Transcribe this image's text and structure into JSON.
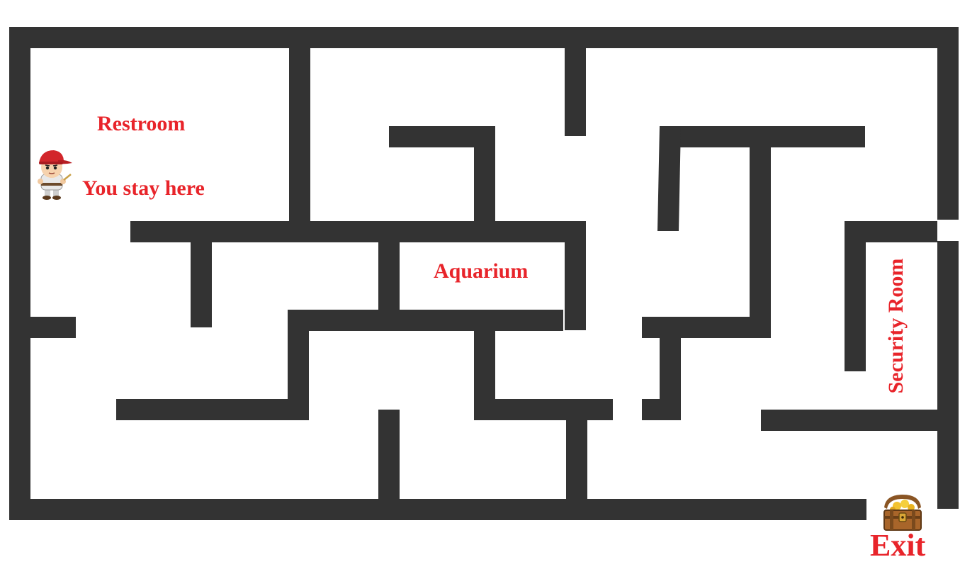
{
  "labels": {
    "restroom": "Restroom",
    "you_stay_here": "You stay here",
    "aquarium": "Aquarium",
    "security_room": "Security Room",
    "exit": "Exit"
  },
  "icons": {
    "player": "player-character-icon",
    "exit_marker": "treasure-chest-icon"
  },
  "colors": {
    "wall": "#333333",
    "label": "#e8242a"
  }
}
